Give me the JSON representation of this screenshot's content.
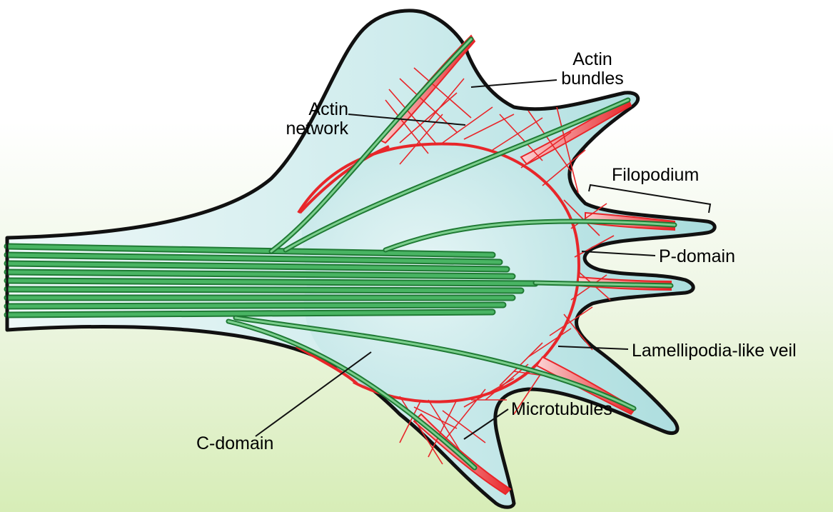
{
  "labels": {
    "actin_bundles": [
      "Actin",
      "bundles"
    ],
    "actin_network": [
      "Actin",
      "network"
    ],
    "filopodium": "Filopodium",
    "p_domain": "P-domain",
    "lamellipodia_veil": "Lamellipodia-like veil",
    "c_domain": "C-domain",
    "microtubules": "Microtubules"
  },
  "colors": {
    "cell_fill_outer": "#d9eff1",
    "cell_fill_inner": "#a8dbdc",
    "outline": "#111111",
    "actin": "#e8262a",
    "actin_bundle_fill": "#f4a3a6",
    "microtubule": "#2f9a48",
    "microtubule_light": "#7ccf8e",
    "background_top": "#ffffff",
    "background_bottom": "#d7edb7"
  }
}
